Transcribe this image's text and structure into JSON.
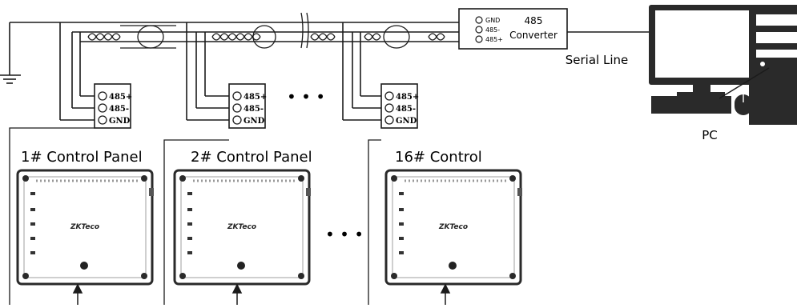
{
  "converter": {
    "pins": [
      "GND",
      "485-",
      "485+"
    ],
    "title_line1": "485",
    "title_line2": "Converter"
  },
  "serial_line_label": "Serial Line",
  "pc_label": "PC",
  "panel_terminals": [
    "485+",
    "485-",
    "GND"
  ],
  "panels": [
    {
      "title": "1# Control Panel",
      "logo": "ZKTeco"
    },
    {
      "title": "2# Control Panel",
      "logo": "ZKTeco"
    },
    {
      "title": "16# Control",
      "logo": "ZKTeco"
    }
  ],
  "ellipsis": "• • •",
  "colors": {
    "line": "#1b1b1b",
    "panel_fill": "#ffffff",
    "panel_border": "#2a2a2a",
    "monitor_screen": "#ffffff"
  }
}
